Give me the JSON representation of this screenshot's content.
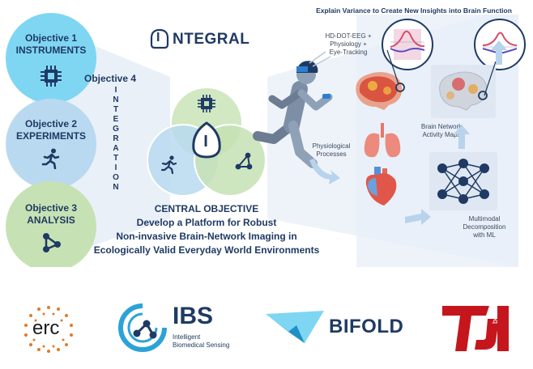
{
  "header": {
    "title": "Explain Variance to Create New Insights into Brain Function"
  },
  "project": {
    "name": "NTEGRAL",
    "emblem": "I"
  },
  "objectives": [
    {
      "title": "Objective 1",
      "subtitle": "INSTRUMENTS",
      "icon": "chip-icon",
      "color": "#7fd6f2"
    },
    {
      "title": "Objective 2",
      "subtitle": "EXPERIMENTS",
      "icon": "runner-icon",
      "color": "#b9d9f0"
    },
    {
      "title": "Objective 3",
      "subtitle": "ANALYSIS",
      "icon": "network-icon",
      "color": "#c6e2b4"
    }
  ],
  "objective4": {
    "title": "Objective 4",
    "vertical": [
      "I",
      "N",
      "T",
      "E",
      "G",
      "R",
      "A",
      "T",
      "I",
      "O",
      "N"
    ]
  },
  "central": {
    "heading": "CENTRAL OBJECTIVE",
    "lines": [
      "Develop a Platform for Robust",
      "Non-invasive Brain-Network Imaging in",
      "Ecologically Valid Everyday World Environments"
    ]
  },
  "labels": {
    "sensing": [
      "HD-DOT-EEG +",
      "Physiology +",
      "Eye-Tracking"
    ],
    "physio": [
      "Physiological",
      "Processes"
    ],
    "brainmaps": [
      "Brain Network",
      "Activity Maps"
    ],
    "decomp": [
      "Multimodal",
      "Decomposition",
      "with ML"
    ]
  },
  "logos": {
    "erc": "erc",
    "ibs": "IBS",
    "ibs_sub1": "Intelligent",
    "ibs_sub2": "Biomedical Sensing",
    "bifold": "BIFOLD",
    "tu": "TU",
    "tu_sub": "berlin"
  },
  "colors": {
    "navy": "#1f3a63",
    "cyan": "#7fd6f2",
    "lightblue": "#b9d9f0",
    "green": "#c6e2b4",
    "red": "#c0392b"
  }
}
